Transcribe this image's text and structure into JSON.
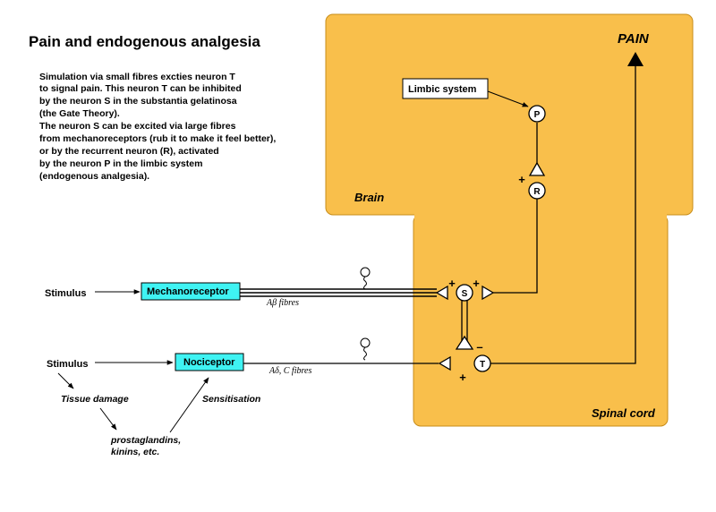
{
  "title": "Pain and endogenous analgesia",
  "description_lines": [
    "Simulation via small fibres excties neuron T",
    "to signal pain. This neuron T can be inhibited",
    "by the neuron S in the substantia gelatinosa",
    "(the Gate Theory).",
    "The neuron S can be excited via large fibres",
    "from mechanoreceptors (rub it to make it feel better),",
    "or by the recurrent neuron (R), activated",
    "by the neuron P in the limbic system",
    "(endogenous analgesia)."
  ],
  "regions": {
    "brain": "Brain",
    "spinal_cord": "Spinal cord"
  },
  "pain_label": "PAIN",
  "limbic_system": "Limbic system",
  "neurons": {
    "p": "P",
    "r": "R",
    "s": "S",
    "t": "T"
  },
  "signs": {
    "plus": "+",
    "minus": "–"
  },
  "receptors": {
    "mechanoreceptor": "Mechanoreceptor",
    "nociceptor": "Nociceptor"
  },
  "stimulus_label": "Stimulus",
  "fibres": {
    "large_prefix": "A",
    "large_greek": "β",
    "large_suffix": " fibres",
    "small": "Aδ, C fibres"
  },
  "loop": {
    "tissue_damage": "Tissue damage",
    "sensitisation": "Sensitisation",
    "mediators_line1": "prostaglandins,",
    "mediators_line2": "kinins, etc."
  },
  "colors": {
    "region_fill": "#f9bf4b",
    "receptor_fill": "#3ff3f3",
    "line": "#000000",
    "background": "#ffffff"
  }
}
